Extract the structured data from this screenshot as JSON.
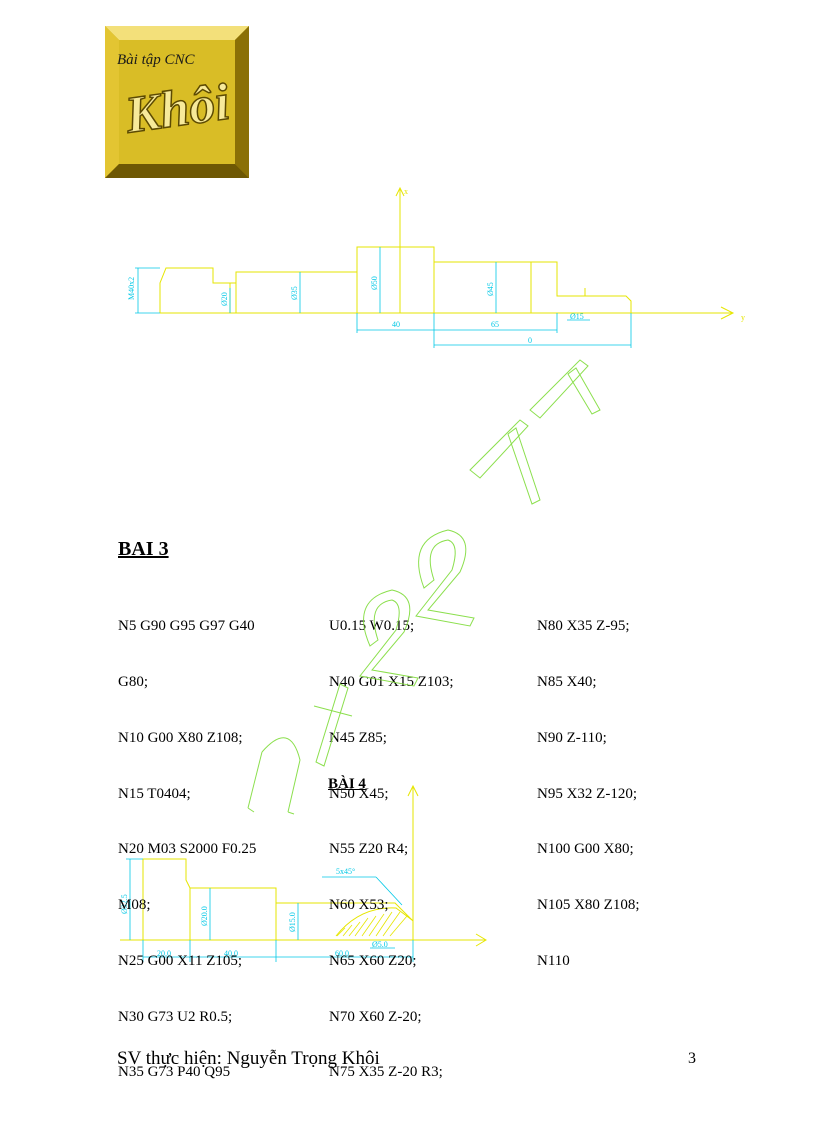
{
  "logo": {
    "title": "Bài tập CNC",
    "stamp_text": "Khôi"
  },
  "drawing1": {
    "axis_x": "x",
    "axis_y": "y",
    "dims": [
      "M40x2",
      "Ø20",
      "Ø35",
      "Ø50",
      "Ø45",
      "Ø15",
      "40",
      "65",
      "0"
    ]
  },
  "bai3": {
    "heading": "BAI 3",
    "col1": [
      "N5 G90 G95 G97 G40",
      "G80;",
      "N10 G00 X80 Z108;",
      "N15 T0404;",
      "N20 M03 S2000 F0.25",
      "M08;",
      "N25 G00 X11 Z105;",
      "N30 G73 U2 R0.5;",
      "N35 G73 P40 Q95"
    ],
    "col2": [
      "U0.15 W0.15;",
      "N40 G01 X15 Z103;",
      "N45 Z85;",
      "N50 X45;",
      "N55 Z20 R4;",
      "N60 X53;",
      "N65 X60 Z20;",
      "N70 X60 Z-20;",
      "N75 X35 Z-20 R3;"
    ],
    "col3": [
      "N80 X35 Z-95;",
      "N85 X40;",
      "N90 Z-110;",
      "N95 X32 Z-120;",
      "N100 G00 X80;",
      "N105 X80 Z108;",
      "N110"
    ]
  },
  "bai4": {
    "heading": "BÀI 4",
    "dims": [
      "5x45°",
      "Ø32.5",
      "Ø20.0",
      "Ø15.0",
      "Ø5.0",
      "20.0",
      "40.0",
      "60.0"
    ]
  },
  "footer": {
    "text": "SV thực hiện: Nguyễn Trọng Khôi",
    "page": "3"
  },
  "colors": {
    "drawing": "#e6e600",
    "dimension": "#00c8e6",
    "hatch": "#e6e600"
  }
}
